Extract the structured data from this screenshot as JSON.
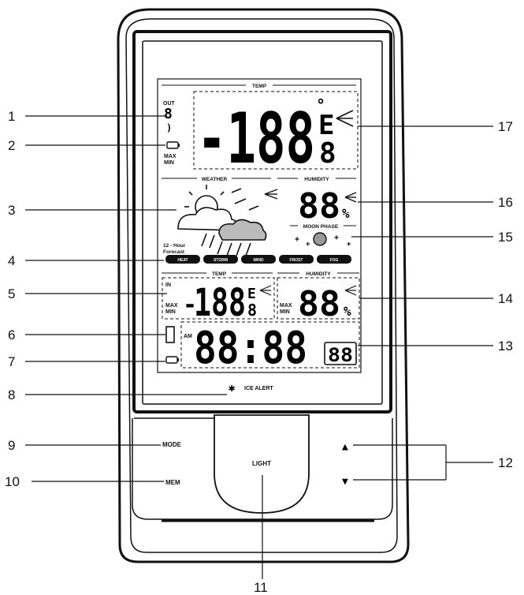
{
  "lcd": {
    "temp_title": "TEMP",
    "out_label": "OUT",
    "outdoor_channel": "8",
    "outdoor_temp": "-188",
    "outdoor_unit_deg": "°",
    "outdoor_unit": "E",
    "outdoor_decimal": "8",
    "max_label": "MAX",
    "min_label": "MIN",
    "weather_title": "WEATHER",
    "forecast_label_1": "12 - Hour",
    "forecast_label_2": "Forecast",
    "humidity_title": "HUMIDITY",
    "outdoor_humidity": "88",
    "percent": "%",
    "moon_phase_title": "MOON PHASE",
    "alerts": [
      "HEAT",
      "STORM",
      "WIND",
      "FROST",
      "FOG"
    ],
    "indoor_temp_title": "TEMP",
    "indoor_humidity_title": "HUMIDITY",
    "indoor_in_label": "IN",
    "indoor_temp": "188",
    "indoor_unit": "E",
    "indoor_decimal": "8",
    "indoor_humidity": "88",
    "am_label": "AM",
    "clock": "88:88",
    "day_digits": "88",
    "ice_alert": "ICE ALERT"
  },
  "buttons": {
    "mode": "MODE",
    "mem": "MEM",
    "light": "LIGHT",
    "up_arrow": "▲",
    "down_arrow": "▼"
  },
  "callouts": [
    "1",
    "2",
    "3",
    "4",
    "5",
    "6",
    "7",
    "8",
    "9",
    "10",
    "11",
    "12",
    "13",
    "14",
    "15",
    "16",
    "17"
  ]
}
